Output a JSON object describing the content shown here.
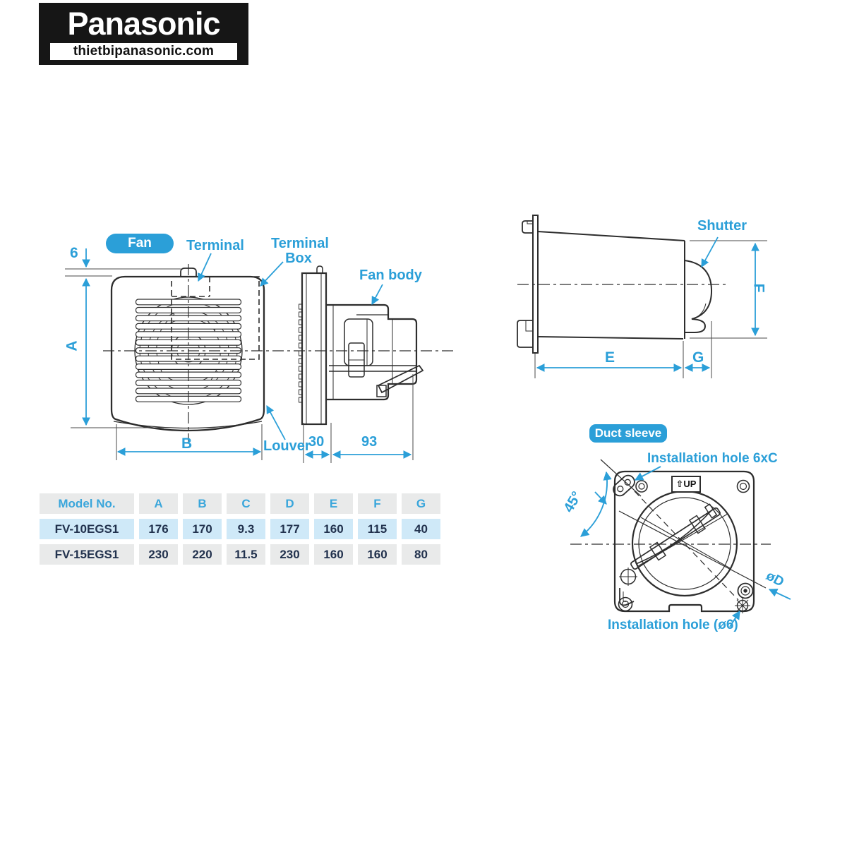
{
  "logo": {
    "brand": "Panasonic",
    "website": "thietbipanasonic.com"
  },
  "colors": {
    "accent": "#2b9fd8",
    "line": "#2d2d2d",
    "table_header_text": "#3aa6db",
    "row_highlight": "#cfe9f8",
    "row_gray": "#e9eaea",
    "logo_bg": "#161616"
  },
  "labels": {
    "fan_badge": "Fan",
    "duct_sleeve_badge": "Duct sleeve",
    "terminal": "Terminal",
    "terminal_box_line1": "Terminal",
    "terminal_box_line2": "Box",
    "fan_body": "Fan body",
    "louver": "Louver",
    "shutter": "Shutter",
    "installation_hole_top": "Installation hole 6xC",
    "installation_hole_bottom": "Installation hole (ø6)",
    "up_marking": "⇧UP",
    "angle_45": "45°",
    "dia_d": "øD"
  },
  "dimensions": {
    "six": "6",
    "a": "A",
    "b": "B",
    "thirty": "30",
    "ninety_three": "93",
    "e": "E",
    "f": "F",
    "g": "G"
  },
  "table": {
    "headers": [
      "Model No.",
      "A",
      "B",
      "C",
      "D",
      "E",
      "F",
      "G"
    ],
    "rows": [
      {
        "model": "FV-10EGS1",
        "values": [
          "176",
          "170",
          "9.3",
          "177",
          "160",
          "115",
          "40"
        ]
      },
      {
        "model": "FV-15EGS1",
        "values": [
          "230",
          "220",
          "11.5",
          "230",
          "160",
          "160",
          "80"
        ]
      }
    ]
  }
}
